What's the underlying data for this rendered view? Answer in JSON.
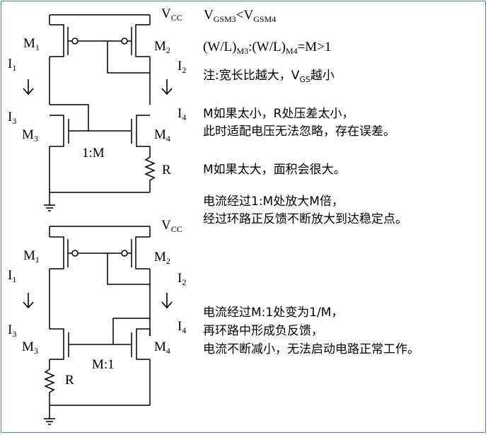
{
  "circuit_top": {
    "vcc": {
      "main": "V",
      "sub": "CC"
    },
    "m1": {
      "main": "M",
      "sub": "1"
    },
    "m2": {
      "main": "M",
      "sub": "2"
    },
    "m3": {
      "main": "M",
      "sub": "3"
    },
    "m4": {
      "main": "M",
      "sub": "4"
    },
    "i1": {
      "main": "I",
      "sub": "1"
    },
    "i2": {
      "main": "I",
      "sub": "2"
    },
    "i3": {
      "main": "I",
      "sub": "3"
    },
    "i4": {
      "main": "I",
      "sub": "4"
    },
    "ratio": "1:M",
    "resistor": "R"
  },
  "circuit_bottom": {
    "vcc": {
      "main": "V",
      "sub": "CC"
    },
    "m1": {
      "main": "M",
      "sub": "1"
    },
    "m2": {
      "main": "M",
      "sub": "2"
    },
    "m3": {
      "main": "M",
      "sub": "3"
    },
    "m4": {
      "main": "M",
      "sub": "4"
    },
    "i1": {
      "main": "I",
      "sub": "1"
    },
    "i2": {
      "main": "I",
      "sub": "2"
    },
    "i3": {
      "main": "I",
      "sub": "3"
    },
    "i4": {
      "main": "I",
      "sub": "4"
    },
    "ratio": "M:1",
    "resistor": "R"
  },
  "equations": {
    "vgs_compare": {
      "v1": "V",
      "s1": "GSM3",
      "op": "<",
      "v2": "V",
      "s2": "GSM4"
    },
    "wl_ratio": {
      "a": "(W/L)",
      "sa": "M3",
      "colon": ":",
      "b": "(W/L)",
      "sb": "M4",
      "rest": "=M>1"
    }
  },
  "notes": {
    "note_prefix": "注:宽长比越大，",
    "note_v": "V",
    "note_sub": "GS",
    "note_suffix": "越小",
    "m_small_1": "M如果太小，R处压差太小，",
    "m_small_2": "此时适配电压无法忽略，存在误差。",
    "m_large": "M如果太大，面积会很大。",
    "amplify_1": "电流经过1:M处放大M倍，",
    "amplify_2": "经过环路正反馈不断放大到达稳定点。",
    "reduce_1": "电流经过M:1处变为1/M，",
    "reduce_2": "再环路中形成负反馈，",
    "reduce_3": "电流不断减小，无法启动电路正常工作。"
  }
}
